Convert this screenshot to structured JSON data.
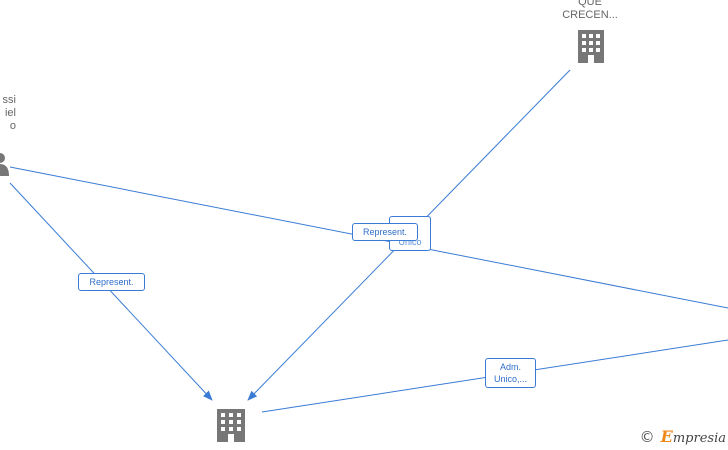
{
  "nodes": {
    "top_company": {
      "label": "QUE\nCRECEN...",
      "icon": "building-icon"
    },
    "bottom_company": {
      "label": "",
      "icon": "building-icon"
    },
    "person": {
      "label": "ssi\niel\no",
      "icon": "person-icon"
    }
  },
  "edges": {
    "person_to_bottom": {
      "label": "Represent."
    },
    "person_to_right": {
      "label": "Represent."
    },
    "top_to_bottom": {
      "label": "Unico"
    },
    "bottom_to_right": {
      "label": "Adm.\nUnico,..."
    }
  },
  "watermark": {
    "copyright": "©",
    "brand_initial": "E",
    "brand_rest": "mpresia"
  },
  "colors": {
    "edge": "#3a7bd5",
    "icon": "#777777",
    "text": "#666666"
  }
}
